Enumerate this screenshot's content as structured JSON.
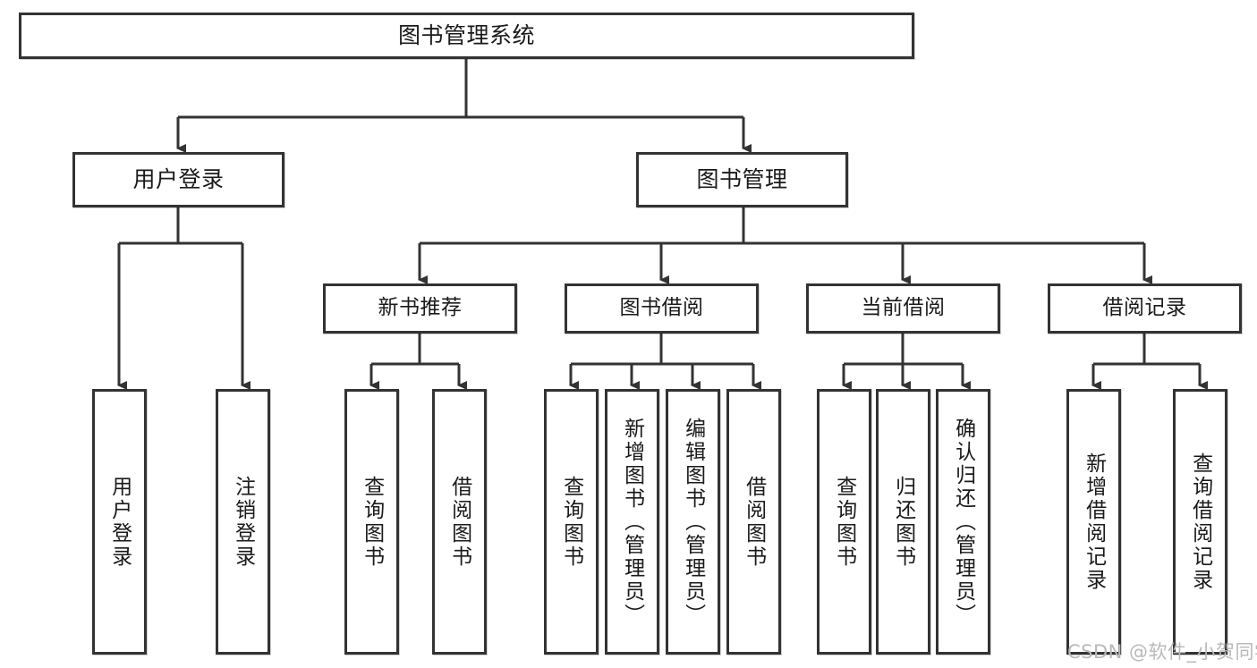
{
  "diagram": {
    "title_node": {
      "label": "图书管理系统"
    },
    "level1": [
      {
        "label": "用户登录"
      },
      {
        "label": "图书管理"
      }
    ],
    "level2": [
      {
        "label": "新书推荐"
      },
      {
        "label": "图书借阅"
      },
      {
        "label": "当前借阅"
      },
      {
        "label": "借阅记录"
      }
    ],
    "leaves": {
      "user_login": [
        {
          "label": "用户登录"
        },
        {
          "label": "注销登录"
        }
      ],
      "new_book_recommend": [
        {
          "label": "查询图书"
        },
        {
          "label": "借阅图书"
        }
      ],
      "book_borrow": [
        {
          "label": "查询图书"
        },
        {
          "label": "新增图书（管理员）"
        },
        {
          "label": "编辑图书（管理员）"
        },
        {
          "label": "借阅图书"
        }
      ],
      "current_borrow": [
        {
          "label": "查询图书"
        },
        {
          "label": "归还图书"
        },
        {
          "label": "确认归还（管理员）"
        }
      ],
      "borrow_record": [
        {
          "label": "新增借阅记录"
        },
        {
          "label": "查询借阅记录"
        }
      ]
    }
  },
  "watermark": {
    "text": "CSDN @软件_小贺同学"
  },
  "colors": {
    "stroke": "#333333",
    "background": "#ffffff",
    "text": "#1a1a1a",
    "watermark": "#b9b9b9"
  }
}
